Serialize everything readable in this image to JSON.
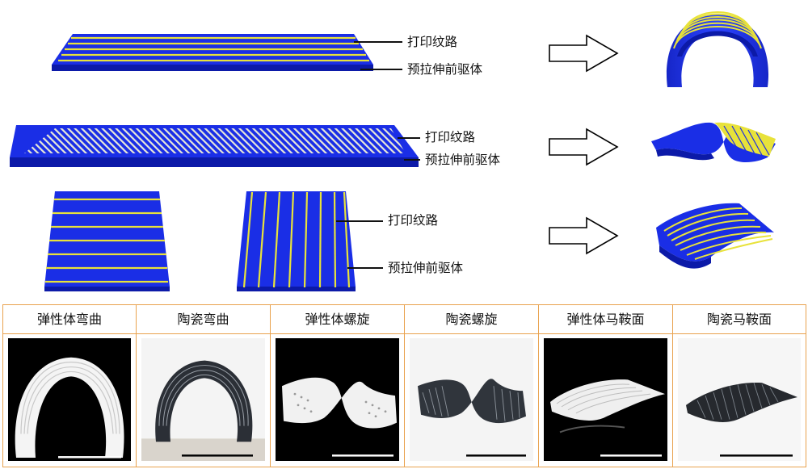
{
  "colors": {
    "substrate": "#1a2ee6",
    "substrate_edge": "#0c1aa8",
    "print_line": "#e8e23a",
    "panel_border": "#e9a24e",
    "photo_dark": "#000000",
    "photo_light": "#f3f3f3"
  },
  "rows": [
    {
      "print_label": "打印纹路",
      "precursor_label": "预拉伸前驱体"
    },
    {
      "print_label": "打印纹路",
      "precursor_label": "预拉伸前驱体"
    },
    {
      "print_label": "打印纹路",
      "precursor_label": "预拉伸前驱体"
    }
  ],
  "arrow_icon": "right-hollow-arrow",
  "panels": [
    {
      "title": "弹性体弯曲",
      "shape": "arch",
      "material": "elastomer",
      "background": "dark"
    },
    {
      "title": "陶瓷弯曲",
      "shape": "arch",
      "material": "ceramic",
      "background": "light"
    },
    {
      "title": "弹性体螺旋",
      "shape": "helix",
      "material": "elastomer",
      "background": "dark"
    },
    {
      "title": "陶瓷螺旋",
      "shape": "helix",
      "material": "ceramic",
      "background": "light"
    },
    {
      "title": "弹性体马鞍面",
      "shape": "saddle",
      "material": "elastomer",
      "background": "dark"
    },
    {
      "title": "陶瓷马鞍面",
      "shape": "saddle",
      "material": "ceramic",
      "background": "light"
    }
  ]
}
